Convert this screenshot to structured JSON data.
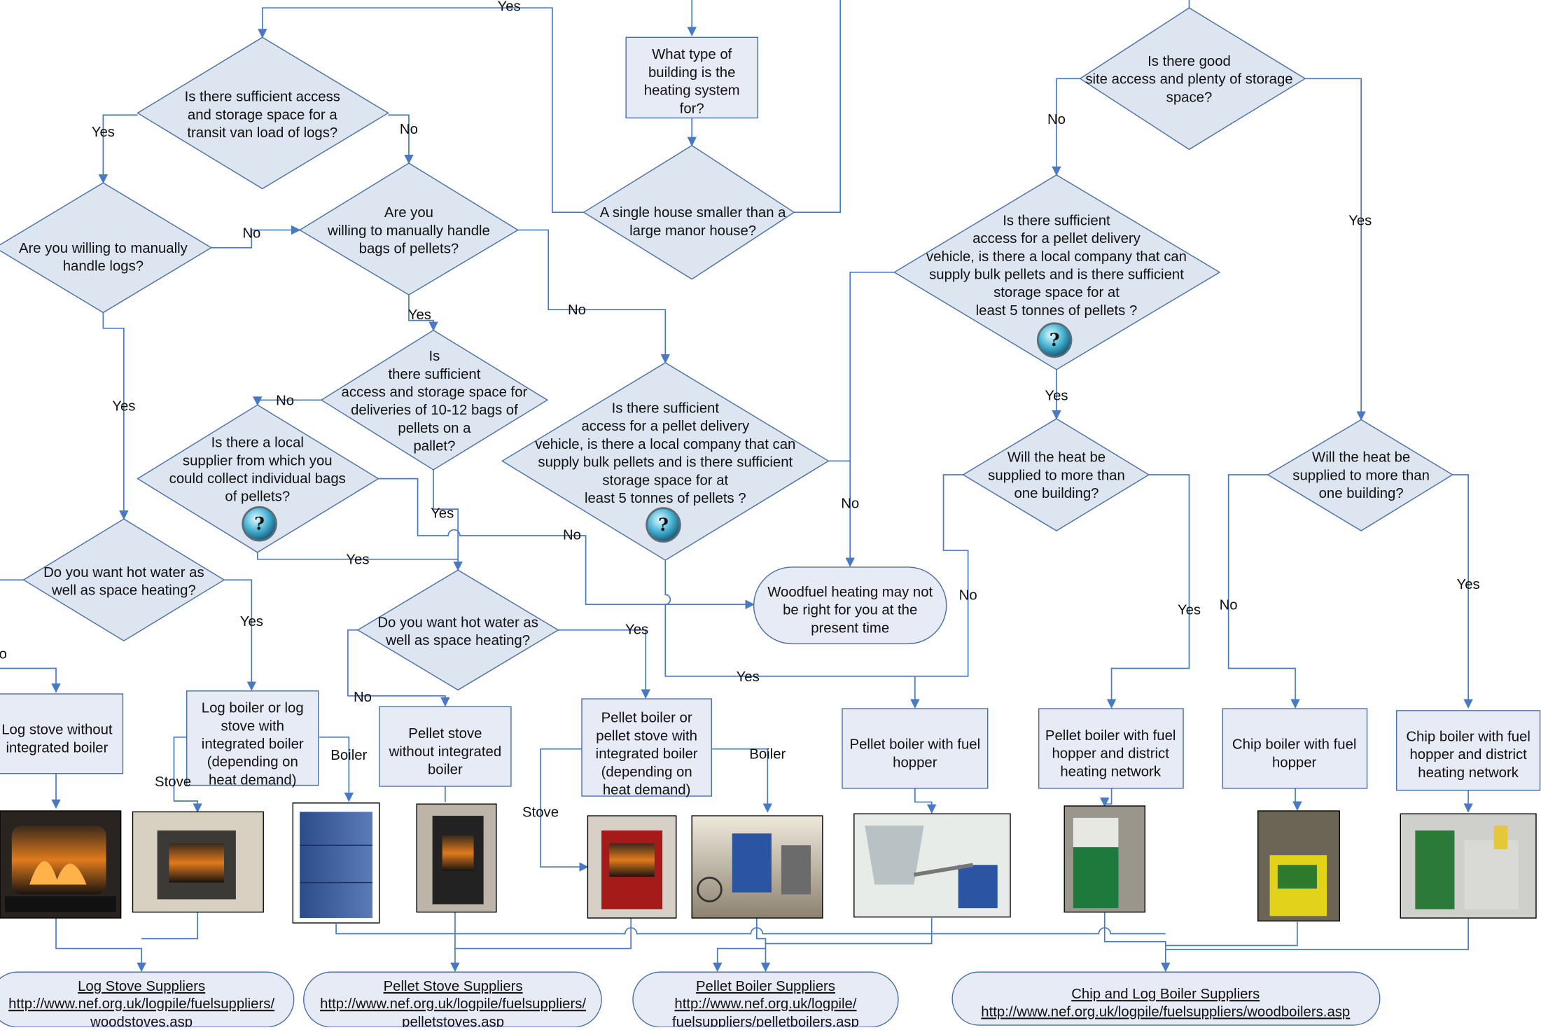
{
  "colors": {
    "node_fill": "#dde5f1",
    "node_stroke": "#4a6fa5",
    "connector": "#4a79c4"
  },
  "decisions": {
    "d_good_site": "Is there good|site access and plenty of storage|space?",
    "d_single_house": "A single house smaller than a|large manor house?",
    "d_logs_space": "Is there sufficient access|and storage space for a|transit van load of logs?",
    "d_handle_logs": "Are you willing to manually|handle logs?",
    "d_handle_pellets": "Are you|willing to manually handle|bags of pellets?",
    "d_pallet": "Is|there sufficient|access and storage space for|deliveries of 10-12 bags of|pellets on a|pallet?",
    "d_local_supplier": "Is there a local|supplier from which you|could collect individual bags|of pellets?",
    "d_bulk_center": "Is there sufficient|access for a pellet delivery|vehicle, is there a local company that can|supply bulk pellets and is there sufficient|storage space for at|least 5 tonnes of pellets ?",
    "d_bulk_right": "Is there sufficient|access for a pellet delivery|vehicle, is there a local company that can|supply bulk pellets and is there sufficient|storage space for at|least 5 tonnes of pellets ?",
    "d_hot_water_left": "Do you want hot water as|well as space heating?",
    "d_hot_water_mid": "Do you want hot water as|well as space heating?",
    "d_more_building_pellet": "Will the heat be|supplied to more than|one building?",
    "d_more_building_chip": "Will the heat be|supplied to more than|one building?"
  },
  "boxes": {
    "b_building_type": "What type of|building is the|heating system|for?",
    "b_log_stove": "Log stove without|integrated boiler",
    "b_log_boiler": "Log boiler or log|stove with|integrated boiler|(depending on|heat demand)",
    "b_pellet_stove": "Pellet stove|without integrated|boiler",
    "b_pellet_boiler_stove": "Pellet boiler or|pellet stove with|integrated boiler|(depending on|heat demand)",
    "b_pellet_hopper": "Pellet boiler with fuel|hopper",
    "b_pellet_district": "Pellet boiler with fuel|hopper and district|heating network",
    "b_chip_hopper": "Chip boiler with fuel|hopper",
    "b_chip_district": "Chip boiler with fuel|hopper and district|heating network"
  },
  "terminal": {
    "not_right": "Woodfuel heating may not|be right for you at the|present time"
  },
  "suppliers": [
    {
      "title": "Log Stove Suppliers",
      "url": "http://www.nef.org.uk/logpile/fuelsuppliers/|woodstoves.asp"
    },
    {
      "title": "Pellet Stove Suppliers",
      "url": "http://www.nef.org.uk/logpile/fuelsuppliers/|pelletstoves.asp"
    },
    {
      "title": "Pellet Boiler Suppliers",
      "url": "http://www.nef.org.uk/logpile/|fuelsuppliers/pelletboilers.asp"
    },
    {
      "title": "Chip and Log Boiler Suppliers",
      "url": "http://www.nef.org.uk/logpile/fuelsuppliers/woodboilers.asp"
    }
  ],
  "edge_labels": {
    "yes": "Yes",
    "no": "No",
    "stove": "Stove",
    "boiler": "Boiler",
    "o_fragment": "o"
  },
  "photos": [
    {
      "name": "log-stove-photo-1",
      "subject": "log stove with fire"
    },
    {
      "name": "log-stove-photo-2",
      "subject": "log stove in hearth"
    },
    {
      "name": "log-boiler-photo",
      "subject": "blue log boiler"
    },
    {
      "name": "pellet-stove-photo",
      "subject": "black pellet stove"
    },
    {
      "name": "pellet-stove-red-photo",
      "subject": "red pellet stove"
    },
    {
      "name": "pellet-boiler-room-photo",
      "subject": "pellet boiler room"
    },
    {
      "name": "pellet-hopper-photo",
      "subject": "pellet silo and boiler"
    },
    {
      "name": "pellet-district-photo",
      "subject": "green pellet boiler"
    },
    {
      "name": "chip-hopper-photo",
      "subject": "yellow chip boiler"
    },
    {
      "name": "chip-district-photo",
      "subject": "chip boiler plant"
    }
  ]
}
